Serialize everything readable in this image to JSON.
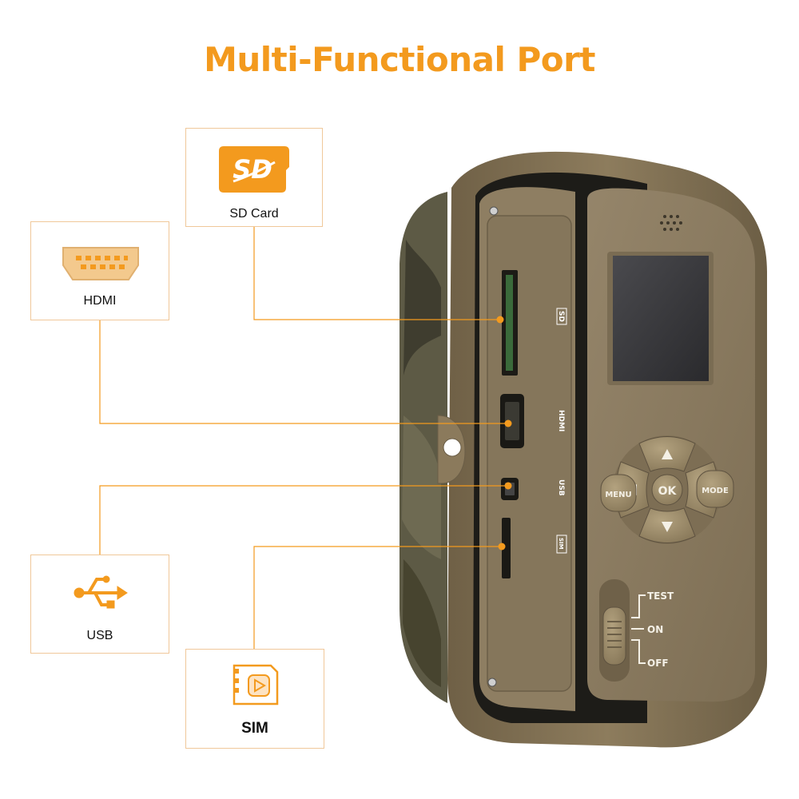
{
  "title": "Multi-Functional Port",
  "colors": {
    "accent": "#f39a1e",
    "box_border": "#f0c89a",
    "housing": "#8b7a5c",
    "panel": "#8c7c60",
    "screen": "#3a3a3c"
  },
  "ports": {
    "sd": {
      "label": "SD Card",
      "icon": "sd-card-icon"
    },
    "hdmi": {
      "label": "HDMI",
      "icon": "hdmi-port-icon"
    },
    "usb": {
      "label": "USB",
      "icon": "usb-icon"
    },
    "sim": {
      "label": "SIM",
      "icon": "sim-card-icon"
    }
  },
  "camera": {
    "side_labels": {
      "sd": "SD",
      "hdmi": "HDMI",
      "usb": "USB",
      "sim": "SIM"
    },
    "buttons": {
      "menu": "MENU",
      "ok": "OK",
      "mode": "MODE"
    },
    "switch_positions": {
      "test": "TEST",
      "on": "ON",
      "off": "OFF"
    }
  }
}
